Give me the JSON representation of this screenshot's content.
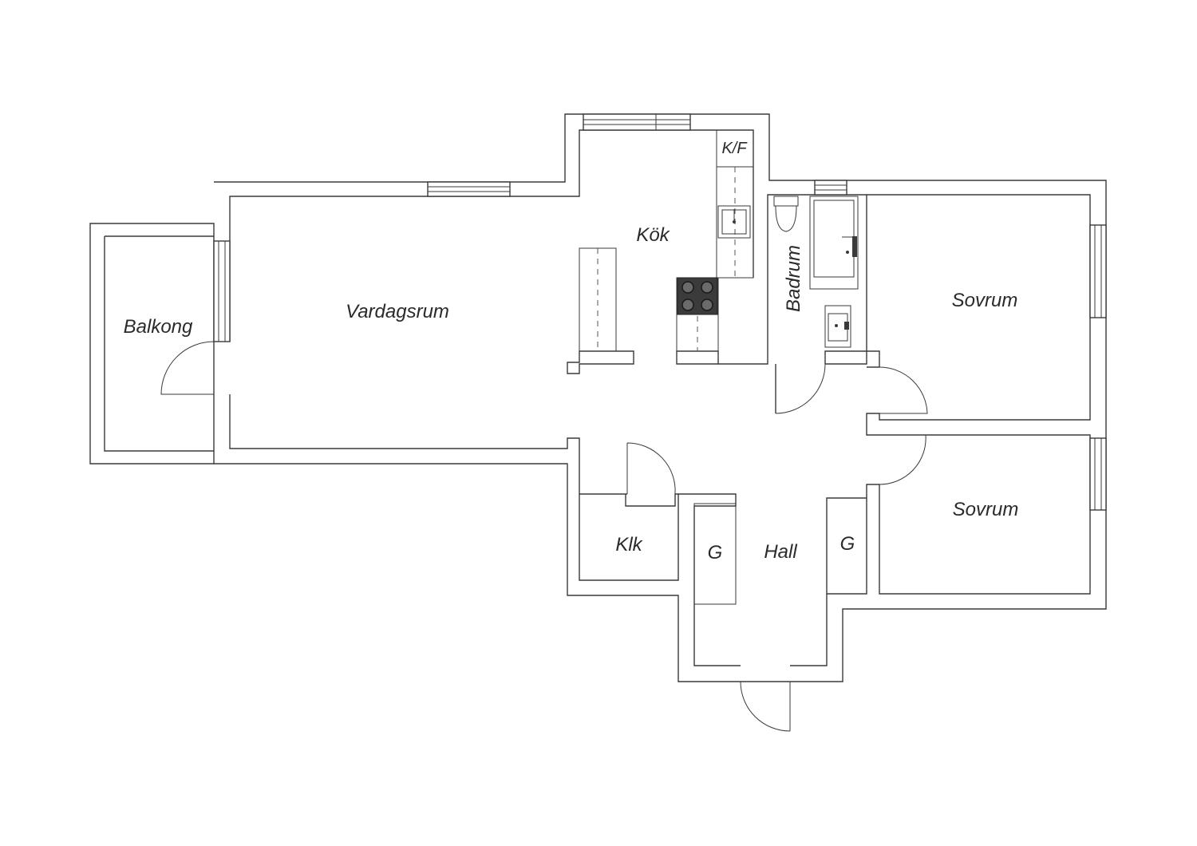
{
  "rooms": {
    "balkong": "Balkong",
    "vardagsrum": "Vardagsrum",
    "kok": "Kök",
    "kf": "K/F",
    "badrum": "Badrum",
    "sovrum_1": "Sovrum",
    "sovrum_2": "Sovrum",
    "klk": "Klk",
    "hall": "Hall",
    "garderob_left": "G",
    "garderob_right": "G"
  },
  "colors": {
    "wall": "#3a3a3a",
    "background": "#ffffff",
    "stove": "#3b3b3b"
  }
}
